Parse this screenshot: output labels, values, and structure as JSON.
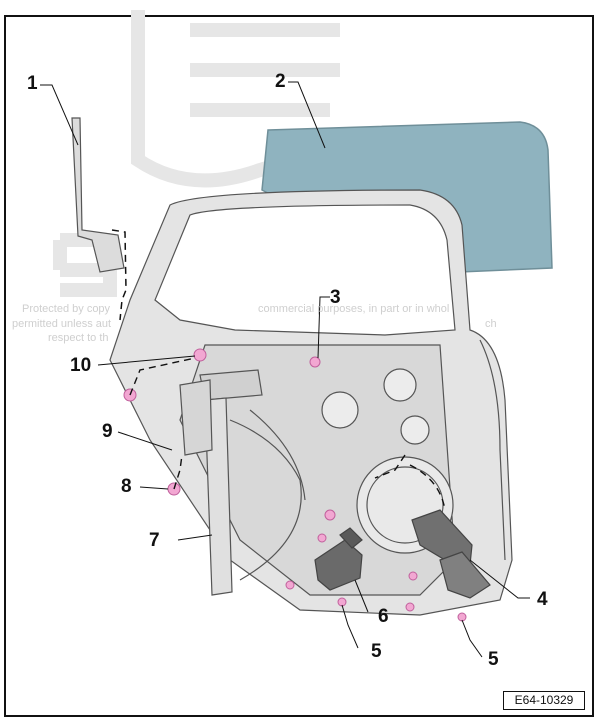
{
  "figure": {
    "reference_code": "E64-10329",
    "watermark": {
      "line1": "Protected by copy",
      "line2": "permitted unless aut",
      "line3": "respect to th",
      "line4": "commercial purposes, in part or in whol",
      "line5": "ch"
    },
    "callouts": [
      "1",
      "2",
      "3",
      "4",
      "5",
      "5",
      "6",
      "7",
      "8",
      "9",
      "10"
    ]
  },
  "colors": {
    "glass": "#8fb3bf",
    "door_panel": "#e4e4e4",
    "fastener": "#f2a7d2",
    "outline": "#555555",
    "watermark": "#e6e6e6"
  }
}
